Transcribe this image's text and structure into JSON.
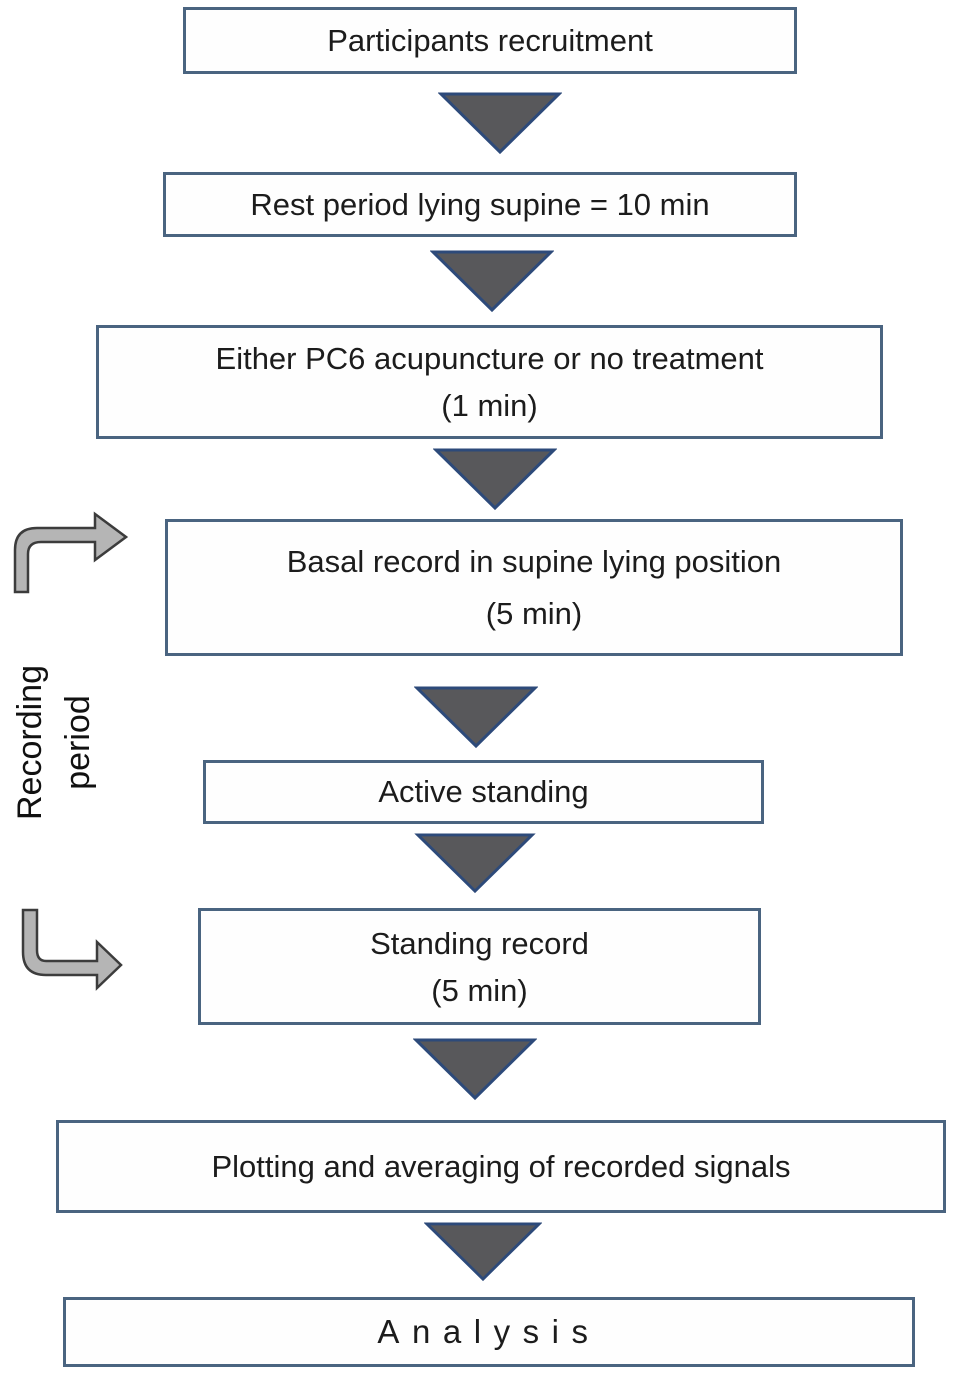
{
  "diagram": {
    "type": "flowchart",
    "background_color": "#ffffff",
    "colors": {
      "box_border": "#4a6480",
      "box_fill": "#fefefe",
      "text": "#1c1c1c",
      "down_arrow_fill": "#58585b",
      "down_arrow_border": "#2d4a7a",
      "elbow_arrow_fill": "#b5b5b5",
      "elbow_arrow_border": "#3c3c3c"
    },
    "boxes": [
      {
        "label": "Participants recruitment"
      },
      {
        "label": "Rest period lying supine = 10 min"
      },
      {
        "label": "Either PC6 acupuncture or no treatment",
        "sublabel": "(1 min)"
      },
      {
        "label": "Basal record in supine lying position",
        "sublabel": "(5 min)"
      },
      {
        "label": "Active standing"
      },
      {
        "label": "Standing record",
        "sublabel": "(5 min)"
      },
      {
        "label": "Plotting and averaging of recorded signals"
      },
      {
        "label": "Analysis"
      }
    ],
    "side_label": {
      "line1": "Recording",
      "line2": "period"
    }
  }
}
